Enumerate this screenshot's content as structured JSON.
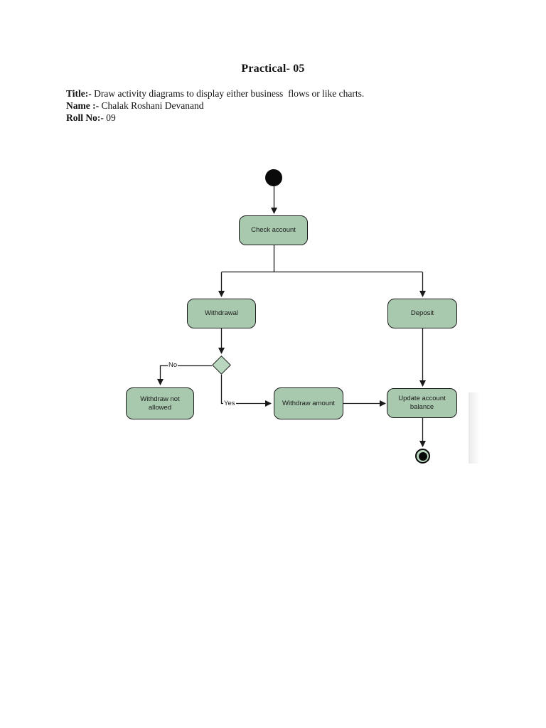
{
  "page": {
    "title": "Practical- 05"
  },
  "meta": {
    "title_label": "Title:-",
    "title_text": " Draw activity diagrams to display either business  flows or like charts.",
    "name_label": "Name :-",
    "name_text": " Chalak Roshani Devanand",
    "roll_label": "Roll No:-",
    "roll_text": " 09"
  },
  "diagram": {
    "type": "uml-activity-diagram",
    "nodes": {
      "start": "initial-node",
      "check_account": "Check account",
      "withdrawal": "Withdrawal",
      "deposit": "Deposit",
      "decision": "decision-node",
      "withdraw_not_allowed": "Withdraw not allowed",
      "withdraw_amount": "Withdraw amount",
      "update_account_balance": "Update account balance",
      "final": "final-node"
    },
    "edge_labels": {
      "no": "No",
      "yes": "Yes"
    },
    "edges": [
      "start -> check_account",
      "check_account -> withdrawal",
      "check_account -> deposit",
      "withdrawal -> decision",
      "decision -No-> withdraw_not_allowed",
      "decision -Yes-> withdraw_amount",
      "withdraw_amount -> update_account_balance",
      "deposit -> update_account_balance",
      "update_account_balance -> final"
    ]
  },
  "colors": {
    "node_fill": "#a8c9ae",
    "node_border": "#1c1c1c",
    "diamond_fill": "#b9d6be",
    "line_color": "#1a1a1a"
  }
}
